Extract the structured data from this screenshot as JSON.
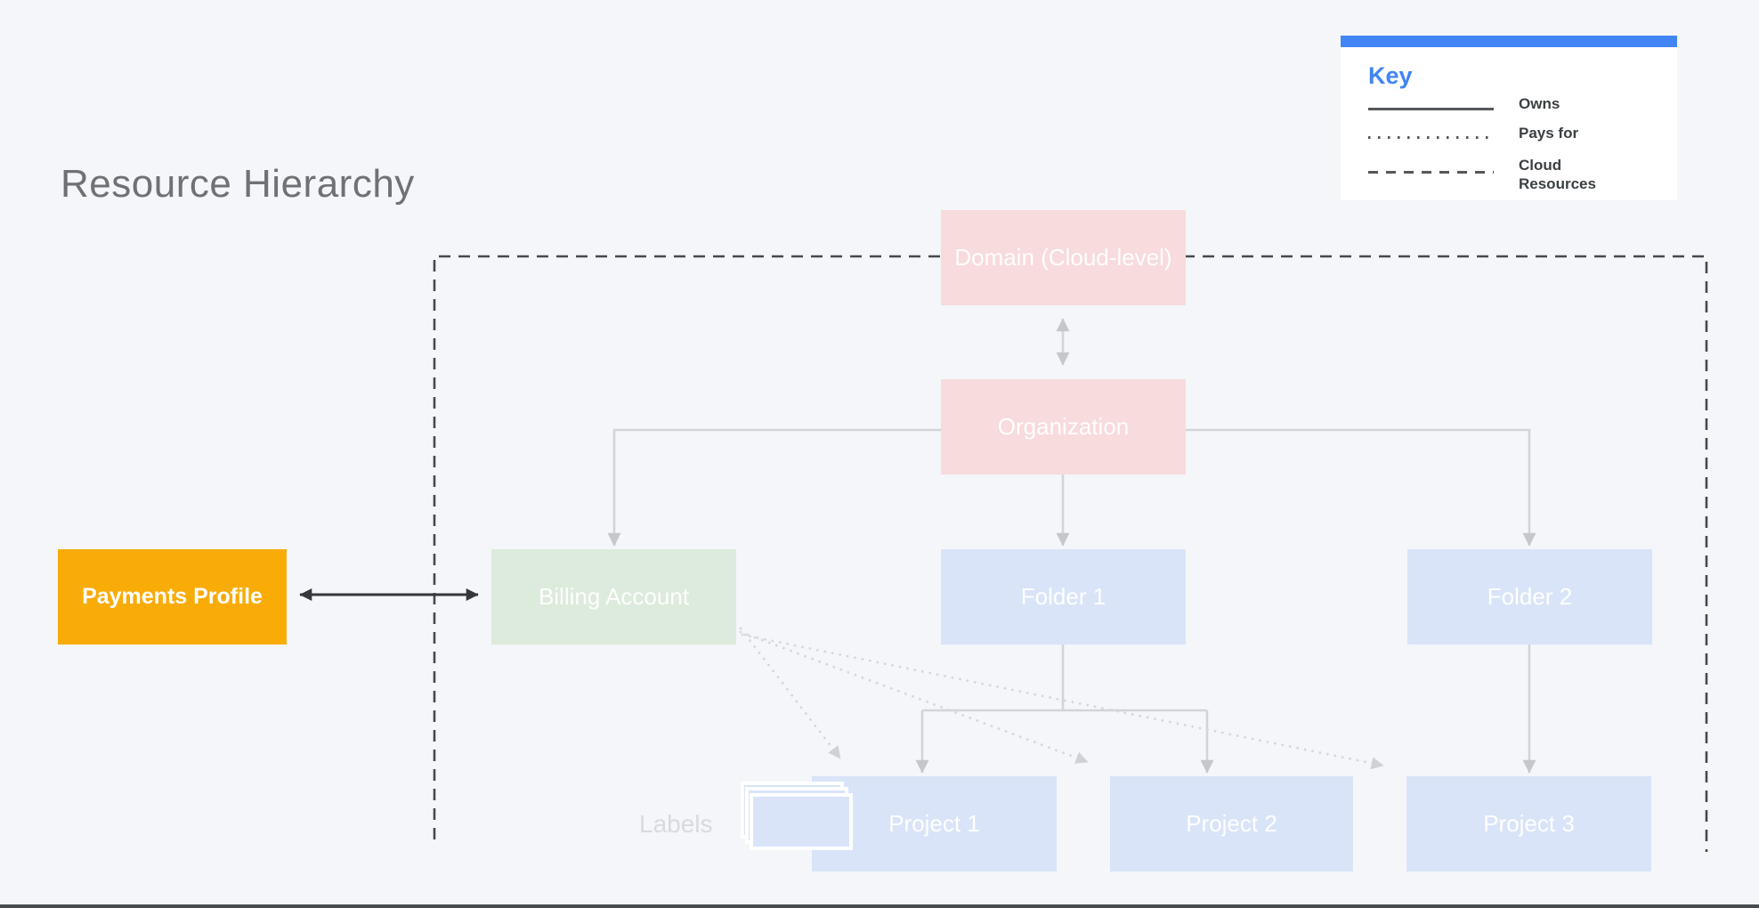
{
  "title": "Resource Hierarchy",
  "key": {
    "title": "Key",
    "items": [
      {
        "line_style": "solid",
        "label": "Owns"
      },
      {
        "line_style": "dotted",
        "label": "Pays for"
      },
      {
        "line_style": "dashed",
        "label": "Cloud Resources"
      }
    ]
  },
  "nodes": {
    "payments_profile": {
      "label": "Payments Profile",
      "color": "#f9ab07"
    },
    "billing_account": {
      "label": "Billing Account",
      "color": "#dcebdb"
    },
    "domain": {
      "label": "Domain (Cloud-level)",
      "color": "#f8dbdc"
    },
    "organization": {
      "label": "Organization",
      "color": "#f8dbdc"
    },
    "folder_1": {
      "label": "Folder 1",
      "color": "#d9e4f8"
    },
    "folder_2": {
      "label": "Folder 2",
      "color": "#d9e4f8"
    },
    "project_1": {
      "label": "Project 1",
      "color": "#d9e4f8"
    },
    "project_2": {
      "label": "Project 2",
      "color": "#d9e4f8"
    },
    "project_3": {
      "label": "Project 3",
      "color": "#d9e4f8"
    }
  },
  "labels_caption": "Labels",
  "relationships": {
    "owns": [
      "Organization->Billing Account",
      "Organization->Folder 1",
      "Organization->Folder 2",
      "Folder 1->Project 1",
      "Folder 1->Project 2",
      "Folder 2->Project 3",
      "Domain<->Organization",
      "Payments Profile<->Billing Account"
    ],
    "pays_for": [
      "Billing Account->Project 1",
      "Billing Account->Project 2",
      "Billing Account->Project 3"
    ],
    "cloud_resources_boundary": "dashed rectangle enclosing Domain, Organization, Billing Account, Folders and Projects"
  },
  "colors": {
    "background": "#f4f6f9",
    "key_accent_blue": "#4285f4",
    "yellow_node": "#f9ab07",
    "pink_node": "#f8dbdc",
    "green_node": "#dcebdb",
    "blue_node": "#d9e4f8",
    "dark_text": "#3c4043",
    "title_gray": "#6e7175",
    "tree_line_gray": "#d2d4d7",
    "boundary_dash_gray": "#47484a"
  }
}
